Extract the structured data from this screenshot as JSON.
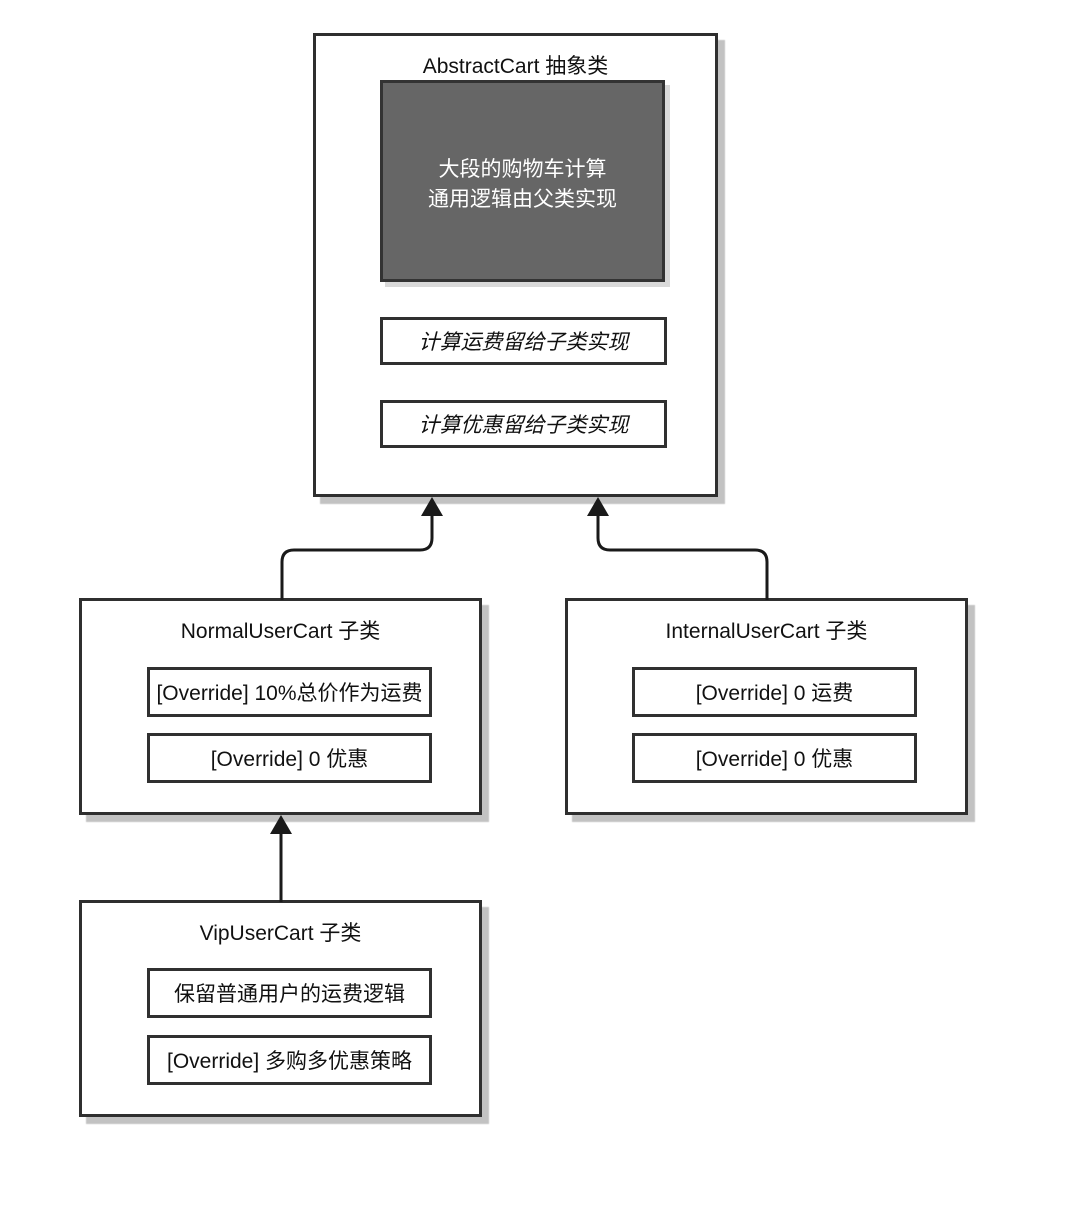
{
  "colors": {
    "background": "#ffffff",
    "box_border": "#2f2f2f",
    "box_shadow": "#c2c2c2",
    "impl_fill": "#666666",
    "impl_border": "#333333",
    "impl_text": "#ffffff",
    "connector": "#1a1a1a",
    "text": "#111111"
  },
  "nodes": {
    "abstract_cart": {
      "title": "AbstractCart 抽象类",
      "body": {
        "line1": "大段的购物车计算",
        "line2": "通用逻辑由父类实现"
      },
      "methods": {
        "0": "计算运费留给子类实现",
        "1": "计算优惠留给子类实现"
      }
    },
    "normal_user_cart": {
      "title": "NormalUserCart 子类",
      "methods": {
        "0": "[Override] 10%总价作为运费",
        "1": "[Override] 0 优惠"
      }
    },
    "internal_user_cart": {
      "title": "InternalUserCart 子类",
      "methods": {
        "0": "[Override] 0 运费",
        "1": "[Override] 0 优惠"
      }
    },
    "vip_user_cart": {
      "title": "VipUserCart 子类",
      "methods": {
        "0": "保留普通用户的运费逻辑",
        "1": "[Override] 多购多优惠策略"
      }
    }
  },
  "relations": {
    "normal_extends_abstract": "NormalUserCart → AbstractCart",
    "internal_extends_abstract": "InternalUserCart → AbstractCart",
    "vip_extends_normal": "VipUserCart → NormalUserCart"
  }
}
